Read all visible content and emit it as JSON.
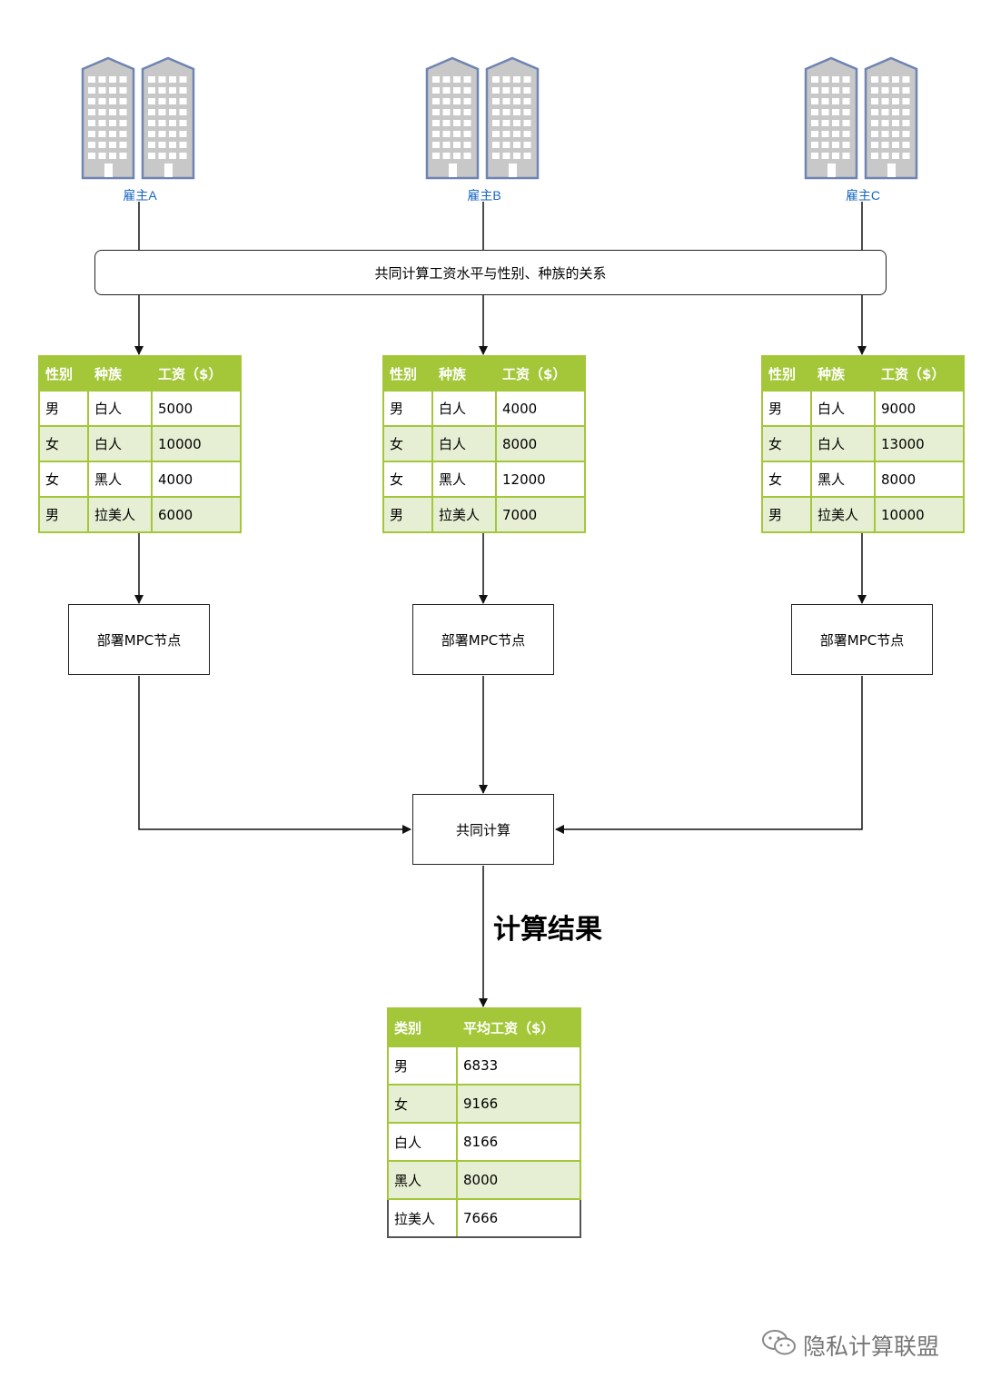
{
  "employers": [
    {
      "label": "雇主A"
    },
    {
      "label": "雇主B"
    },
    {
      "label": "雇主C"
    }
  ],
  "banner": "共同计算工资水平与性别、种族的关系",
  "source_tables": {
    "headers": [
      "性别",
      "种族",
      "工资（$）"
    ],
    "tables": [
      {
        "rows": [
          [
            "男",
            "白人",
            "5000"
          ],
          [
            "女",
            "白人",
            "10000"
          ],
          [
            "女",
            "黑人",
            "4000"
          ],
          [
            "男",
            "拉美人",
            "6000"
          ]
        ]
      },
      {
        "rows": [
          [
            "男",
            "白人",
            "4000"
          ],
          [
            "女",
            "白人",
            "8000"
          ],
          [
            "女",
            "黑人",
            "12000"
          ],
          [
            "男",
            "拉美人",
            "7000"
          ]
        ]
      },
      {
        "rows": [
          [
            "男",
            "白人",
            "9000"
          ],
          [
            "女",
            "白人",
            "13000"
          ],
          [
            "女",
            "黑人",
            "8000"
          ],
          [
            "男",
            "拉美人",
            "10000"
          ]
        ]
      }
    ]
  },
  "mpc_nodes": [
    "部署MPC节点",
    "部署MPC节点",
    "部署MPC节点"
  ],
  "joint_node": "共同计算",
  "result_label": "计算结果",
  "result_table": {
    "headers": [
      "类别",
      "平均工资（$）"
    ],
    "rows": [
      [
        "男",
        "6833"
      ],
      [
        "女",
        "9166"
      ],
      [
        "白人",
        "8166"
      ],
      [
        "黑人",
        "8000"
      ],
      [
        "拉美人",
        "7666"
      ]
    ]
  },
  "watermark": "隐私计算联盟",
  "colors": {
    "table_header": "#a4c73a",
    "table_stripe": "#e6efd3",
    "employer_label": "#1565c0",
    "building": "#6e84b3"
  }
}
